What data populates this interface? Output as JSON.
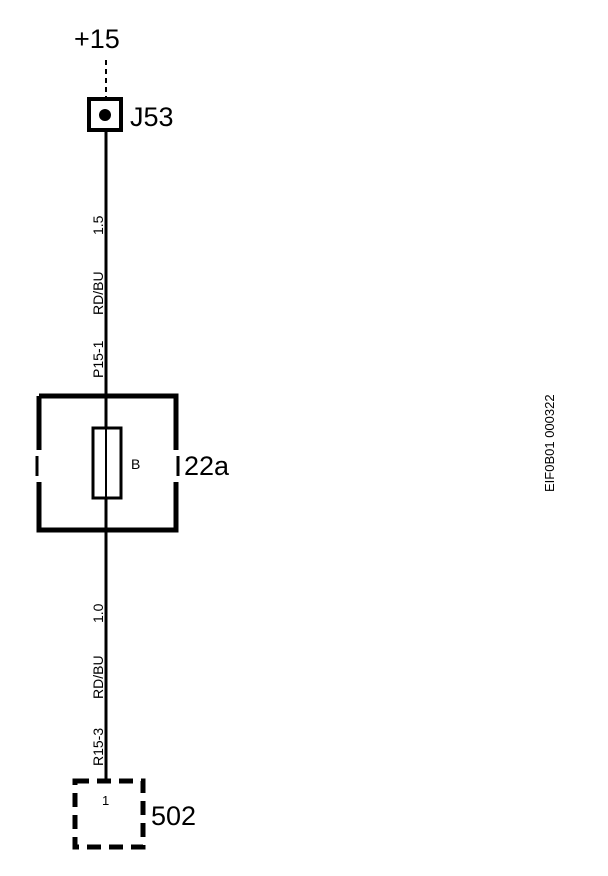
{
  "supply": {
    "label": "+15"
  },
  "connector_top": {
    "label": "J53"
  },
  "wire_upper": {
    "gauge": "1.5",
    "color": "RD/BU",
    "id": "P15-1"
  },
  "fuse_box": {
    "label": "22a",
    "fuse_letter": "B"
  },
  "wire_lower": {
    "gauge": "1.0",
    "color": "RD/BU",
    "id": "R15-3"
  },
  "connector_bottom": {
    "label": "502",
    "pin": "1"
  },
  "doc_code": "EIF0B01 000322"
}
